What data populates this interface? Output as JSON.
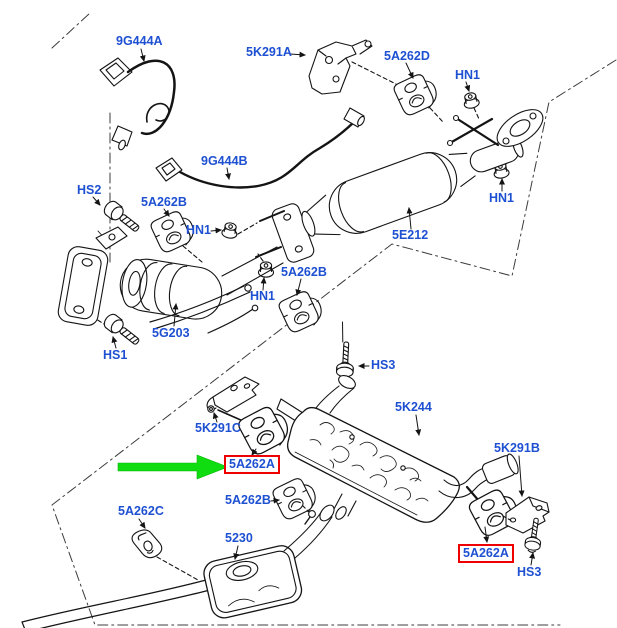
{
  "colors": {
    "label_text": "#1e50d2",
    "highlight_box_red": "#ee0000",
    "highlight_arrow_green": "#10dd10",
    "line_art": "#141414",
    "background": "#ffffff"
  },
  "highlight": {
    "part_number": "5A262A",
    "arrow_direction": "right"
  },
  "labels": {
    "9g444a": "9G444A",
    "5k291a": "5K291A",
    "5a262d": "5A262D",
    "hn1_top": "HN1",
    "hn1_right": "HN1",
    "9g444b": "9G444B",
    "hs2": "HS2",
    "5a262b_upper": "5A262B",
    "hn1_mid_left": "HN1",
    "5e212": "5E212",
    "5a262b_mid": "5A262B",
    "hn1_mid": "HN1",
    "5g203": "5G203",
    "hs1": "HS1",
    "hs3_upper": "HS3",
    "5k244": "5K244",
    "5k291c": "5K291C",
    "5a262a_left": "5A262A",
    "5k291b": "5K291B",
    "5a262b_lower": "5A262B",
    "5a262c": "5A262C",
    "5230": "5230",
    "5a262a_right": "5A262A",
    "hs3_lower": "HS3"
  }
}
